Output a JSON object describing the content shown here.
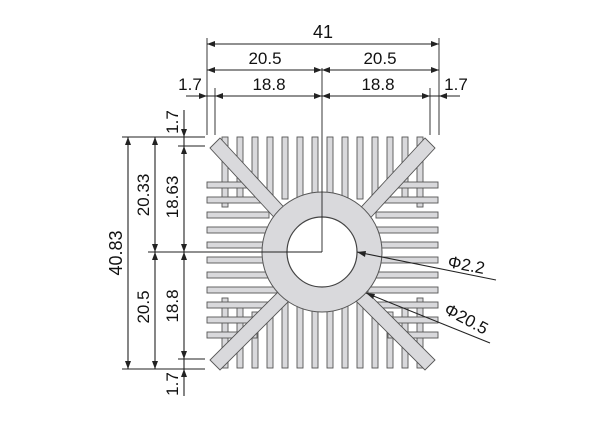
{
  "dimensions": {
    "overall_width": "41",
    "half_width_left": "20.5",
    "half_width_right": "20.5",
    "inner_left": "18.8",
    "inner_right": "18.8",
    "edge_left": "1.7",
    "edge_right": "1.7",
    "overall_height": "40.83",
    "upper_height": "20.33",
    "upper_inner": "18.63",
    "lower_height": "20.5",
    "lower_inner": "18.8",
    "edge_top": "1.7",
    "edge_bottom": "1.7",
    "hole_diameter": "Φ2.2",
    "core_diameter": "Φ20.5"
  }
}
